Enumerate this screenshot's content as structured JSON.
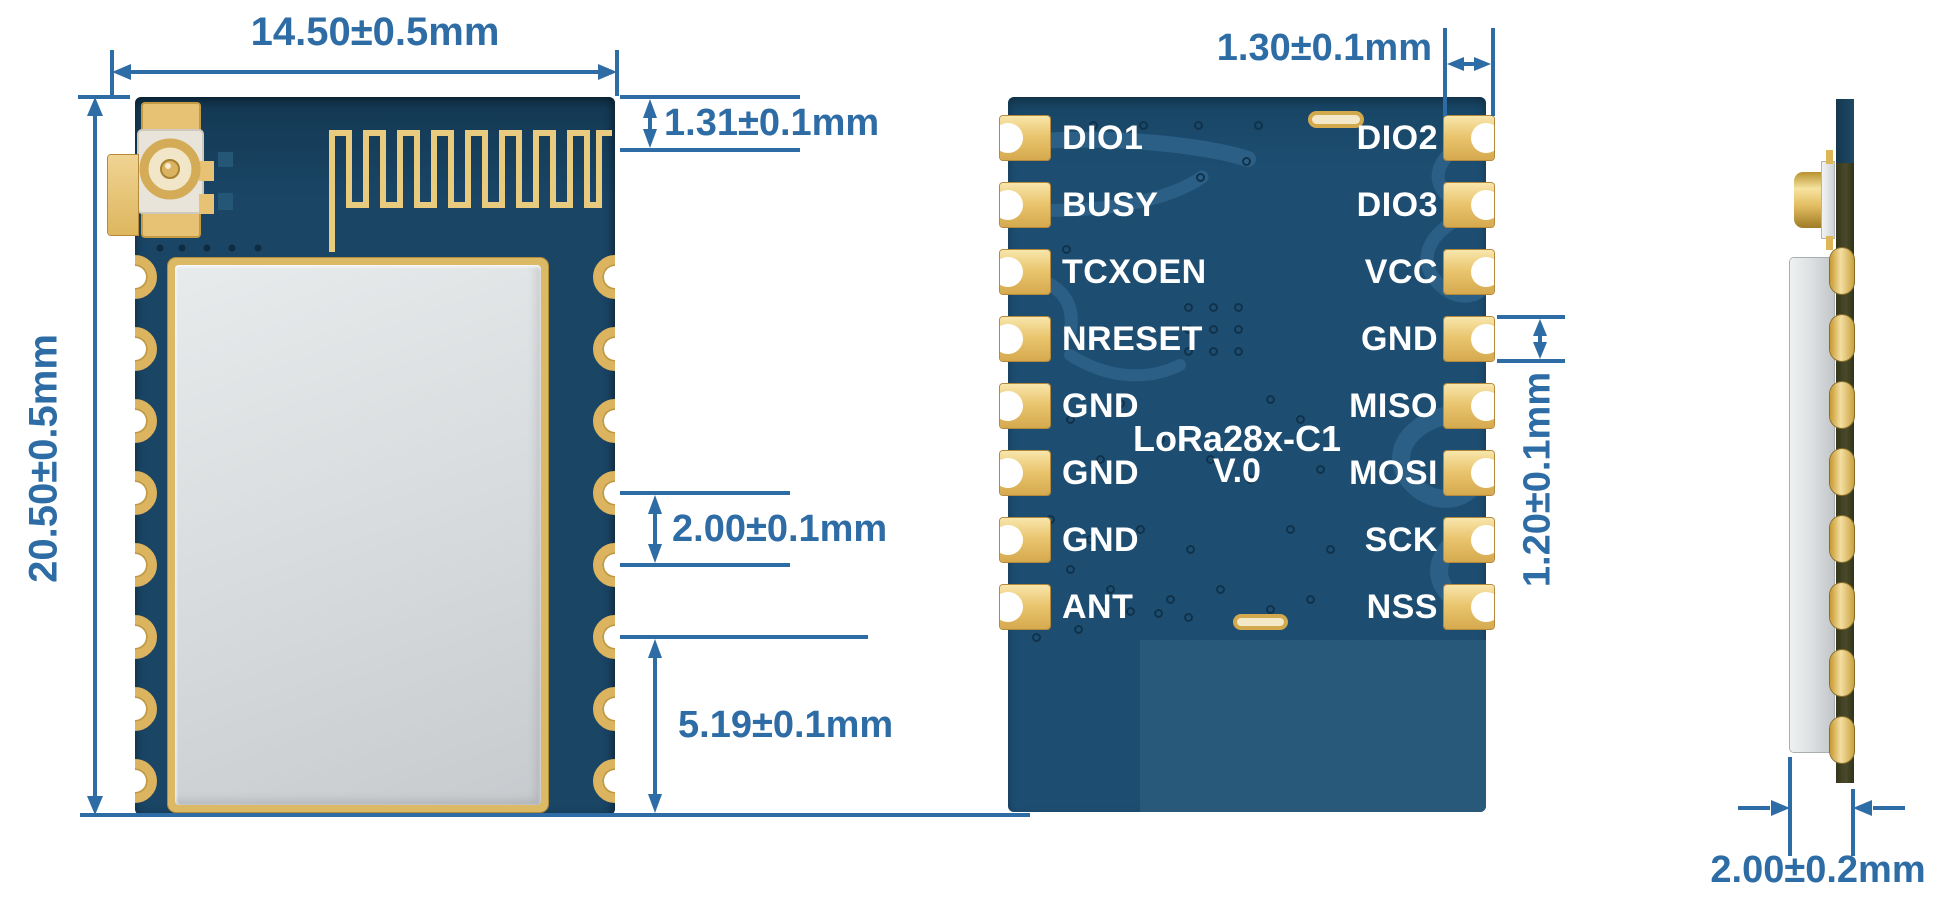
{
  "drawing": {
    "type": "module-mechanical-dimension-drawing",
    "colors": {
      "dimension_blue": "#2e6ca5",
      "pcb_front_navy": "#1a4565",
      "pcb_back_navy": "#1d4e72",
      "trace_blue": "#2b5f85",
      "antenna_keepout": "#28597b",
      "pad_gold": "#eac670",
      "shield_silver": "#d6dadc",
      "side_pcb_olive": "#4a4a2a",
      "silkscreen_white": "#ffffff"
    }
  },
  "front_view": {
    "dimensions": {
      "width": "14.50±0.5mm",
      "height": "20.50±0.5mm",
      "antenna_offset": "1.31±0.1mm",
      "pin_pitch": "2.00±0.1mm",
      "bottom_clearance": "5.19±0.1mm"
    }
  },
  "back_view": {
    "module_name": "LoRa28x-C1",
    "module_version": "V.0",
    "dimensions": {
      "pad_width": "1.30±0.1mm",
      "pad_height": "1.20±0.1mm"
    },
    "left_pins": [
      "DIO1",
      "BUSY",
      "TCXOEN",
      "NRESET",
      "GND",
      "GND",
      "GND",
      "ANT"
    ],
    "right_pins": [
      "DIO2",
      "DIO3",
      "VCC",
      "GND",
      "MISO",
      "MOSI",
      "SCK",
      "NSS"
    ]
  },
  "side_view": {
    "dimensions": {
      "thickness": "2.00±0.2mm"
    }
  }
}
